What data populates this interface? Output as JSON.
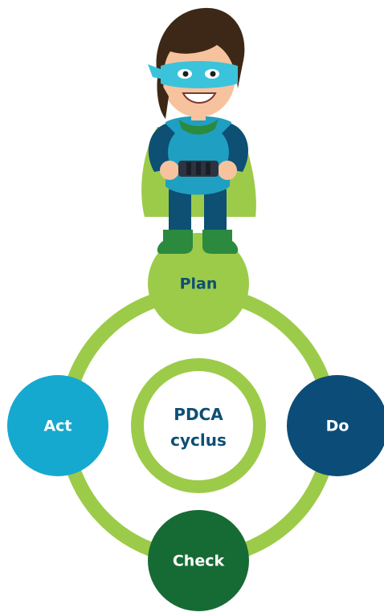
{
  "colors": {
    "ring": "#9ccb4a",
    "plan": "#9ccb4a",
    "do": "#0b4d78",
    "check": "#166b35",
    "act": "#16a9cf",
    "label_on_light": "#0e4f74",
    "label_on_dark": "#ffffff",
    "center_text": "#0e4f74",
    "hero_mask": "#3cc3dc",
    "hero_suit": "#1f9fc1",
    "hero_sleeves": "#0e4f74",
    "hero_cape": "#9ccb4a",
    "hero_boots": "#2b8a3e",
    "hero_hair": "#3d2817",
    "hero_skin": "#f6c39e"
  },
  "diagram": {
    "nodes": [
      {
        "id": "plan",
        "label": "Plan"
      },
      {
        "id": "do",
        "label": "Do"
      },
      {
        "id": "check",
        "label": "Check"
      },
      {
        "id": "act",
        "label": "Act"
      }
    ],
    "center": {
      "line1": "PDCA",
      "line2": "cyclus"
    }
  },
  "illustration": {
    "icon": "superhero-kid-icon"
  }
}
